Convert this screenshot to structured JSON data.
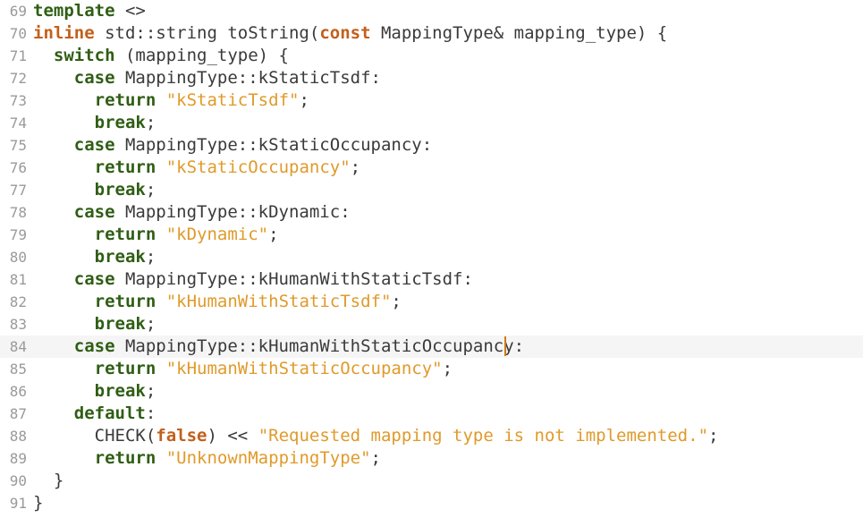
{
  "editor": {
    "lines": [
      {
        "num": "69",
        "tokens": [
          {
            "t": "kw",
            "v": "template"
          },
          {
            "t": "plain",
            "v": " <>"
          }
        ]
      },
      {
        "num": "70",
        "tokens": [
          {
            "t": "kw2",
            "v": "inline"
          },
          {
            "t": "plain",
            "v": " std::string toString("
          },
          {
            "t": "kw2",
            "v": "const"
          },
          {
            "t": "plain",
            "v": " MappingType& mapping_type) {"
          }
        ]
      },
      {
        "num": "71",
        "tokens": [
          {
            "t": "plain",
            "v": "  "
          },
          {
            "t": "kw",
            "v": "switch"
          },
          {
            "t": "plain",
            "v": " (mapping_type) {"
          }
        ]
      },
      {
        "num": "72",
        "tokens": [
          {
            "t": "plain",
            "v": "    "
          },
          {
            "t": "kw",
            "v": "case"
          },
          {
            "t": "plain",
            "v": " MappingType::kStaticTsdf:"
          }
        ]
      },
      {
        "num": "73",
        "tokens": [
          {
            "t": "plain",
            "v": "      "
          },
          {
            "t": "kw",
            "v": "return"
          },
          {
            "t": "plain",
            "v": " "
          },
          {
            "t": "str",
            "v": "\"kStaticTsdf\""
          },
          {
            "t": "plain",
            "v": ";"
          }
        ]
      },
      {
        "num": "74",
        "tokens": [
          {
            "t": "plain",
            "v": "      "
          },
          {
            "t": "kw",
            "v": "break"
          },
          {
            "t": "plain",
            "v": ";"
          }
        ]
      },
      {
        "num": "75",
        "tokens": [
          {
            "t": "plain",
            "v": "    "
          },
          {
            "t": "kw",
            "v": "case"
          },
          {
            "t": "plain",
            "v": " MappingType::kStaticOccupancy:"
          }
        ]
      },
      {
        "num": "76",
        "tokens": [
          {
            "t": "plain",
            "v": "      "
          },
          {
            "t": "kw",
            "v": "return"
          },
          {
            "t": "plain",
            "v": " "
          },
          {
            "t": "str",
            "v": "\"kStaticOccupancy\""
          },
          {
            "t": "plain",
            "v": ";"
          }
        ]
      },
      {
        "num": "77",
        "tokens": [
          {
            "t": "plain",
            "v": "      "
          },
          {
            "t": "kw",
            "v": "break"
          },
          {
            "t": "plain",
            "v": ";"
          }
        ]
      },
      {
        "num": "78",
        "tokens": [
          {
            "t": "plain",
            "v": "    "
          },
          {
            "t": "kw",
            "v": "case"
          },
          {
            "t": "plain",
            "v": " MappingType::kDynamic:"
          }
        ]
      },
      {
        "num": "79",
        "tokens": [
          {
            "t": "plain",
            "v": "      "
          },
          {
            "t": "kw",
            "v": "return"
          },
          {
            "t": "plain",
            "v": " "
          },
          {
            "t": "str",
            "v": "\"kDynamic\""
          },
          {
            "t": "plain",
            "v": ";"
          }
        ]
      },
      {
        "num": "80",
        "tokens": [
          {
            "t": "plain",
            "v": "      "
          },
          {
            "t": "kw",
            "v": "break"
          },
          {
            "t": "plain",
            "v": ";"
          }
        ]
      },
      {
        "num": "81",
        "tokens": [
          {
            "t": "plain",
            "v": "    "
          },
          {
            "t": "kw",
            "v": "case"
          },
          {
            "t": "plain",
            "v": " MappingType::kHumanWithStaticTsdf:"
          }
        ]
      },
      {
        "num": "82",
        "tokens": [
          {
            "t": "plain",
            "v": "      "
          },
          {
            "t": "kw",
            "v": "return"
          },
          {
            "t": "plain",
            "v": " "
          },
          {
            "t": "str",
            "v": "\"kHumanWithStaticTsdf\""
          },
          {
            "t": "plain",
            "v": ";"
          }
        ]
      },
      {
        "num": "83",
        "tokens": [
          {
            "t": "plain",
            "v": "      "
          },
          {
            "t": "kw",
            "v": "break"
          },
          {
            "t": "plain",
            "v": ";"
          }
        ]
      },
      {
        "num": "84",
        "current": true,
        "tokens": [
          {
            "t": "plain",
            "v": "    "
          },
          {
            "t": "kw",
            "v": "case"
          },
          {
            "t": "plain",
            "v": " MappingType::kHumanWithStaticOccupancy:"
          }
        ]
      },
      {
        "num": "85",
        "tokens": [
          {
            "t": "plain",
            "v": "      "
          },
          {
            "t": "kw",
            "v": "return"
          },
          {
            "t": "plain",
            "v": " "
          },
          {
            "t": "str",
            "v": "\"kHumanWithStaticOccupancy\""
          },
          {
            "t": "plain",
            "v": ";"
          }
        ]
      },
      {
        "num": "86",
        "tokens": [
          {
            "t": "plain",
            "v": "      "
          },
          {
            "t": "kw",
            "v": "break"
          },
          {
            "t": "plain",
            "v": ";"
          }
        ]
      },
      {
        "num": "87",
        "tokens": [
          {
            "t": "plain",
            "v": "    "
          },
          {
            "t": "kw",
            "v": "default"
          },
          {
            "t": "plain",
            "v": ":"
          }
        ]
      },
      {
        "num": "88",
        "tokens": [
          {
            "t": "plain",
            "v": "      CHECK("
          },
          {
            "t": "kw2",
            "v": "false"
          },
          {
            "t": "plain",
            "v": ") << "
          },
          {
            "t": "str",
            "v": "\"Requested mapping type is not implemented.\""
          },
          {
            "t": "plain",
            "v": ";"
          }
        ]
      },
      {
        "num": "89",
        "tokens": [
          {
            "t": "plain",
            "v": "      "
          },
          {
            "t": "kw",
            "v": "return"
          },
          {
            "t": "plain",
            "v": " "
          },
          {
            "t": "str",
            "v": "\"UnknownMappingType\""
          },
          {
            "t": "plain",
            "v": ";"
          }
        ]
      },
      {
        "num": "90",
        "tokens": [
          {
            "t": "plain",
            "v": "  }"
          }
        ]
      },
      {
        "num": "91",
        "tokens": [
          {
            "t": "plain",
            "v": "}"
          }
        ]
      }
    ]
  },
  "colors": {
    "background": "#ffffff",
    "keyword": "#2f5e14",
    "keyword_alt": "#c35f1a",
    "string": "#e09a2a",
    "text": "#3a3a3a",
    "line_number": "#9a9a9a",
    "current_line": "#f5f5f5",
    "caret": "#d07a1a"
  }
}
